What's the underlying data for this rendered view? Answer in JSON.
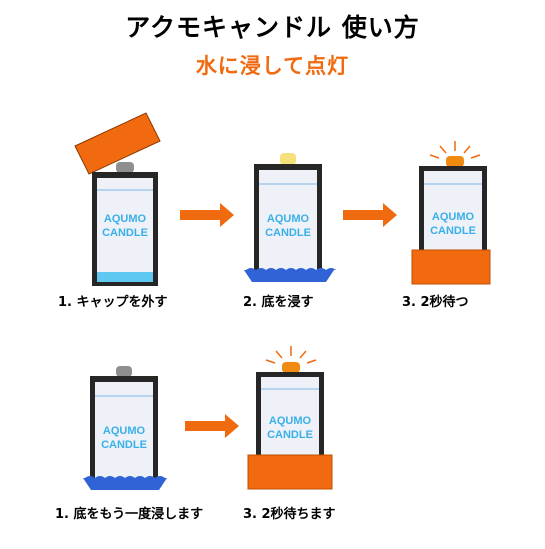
{
  "title": "アクモキャンドル 使い方",
  "subtitle": "水に浸して点灯",
  "colors": {
    "accent": "#f06a10",
    "cap": "#f26a0f",
    "water": "#2f63d6",
    "frame": "#262626",
    "panel": "#eef1f8",
    "text_blue": "#3ab0e8"
  },
  "candle_label": [
    "AQUMO",
    "CANDLE"
  ],
  "row1": {
    "step1": "1. キャップを外す",
    "step2": "2. 底を浸す",
    "step3": "3.  2秒待つ"
  },
  "row2": {
    "step1": "1. 底をもう一度浸します",
    "step2": "3.  2秒待ちます"
  }
}
